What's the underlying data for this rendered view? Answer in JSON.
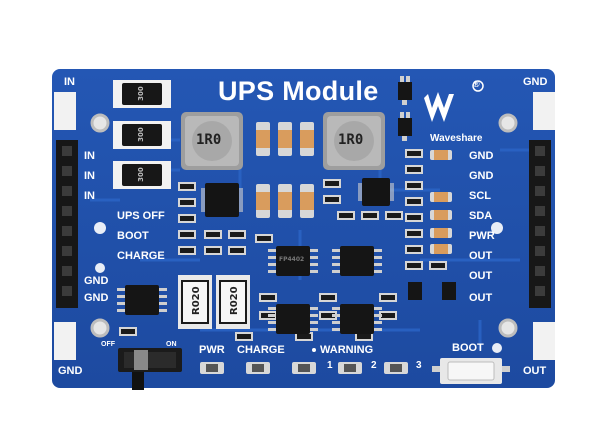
{
  "board": {
    "title": "UPS Module",
    "brand_name": "Waveshare",
    "brand_mark": "registered-trademark",
    "colors": {
      "pcb": "#1f4fa8",
      "silk": "#ffffff",
      "header": "#1a1a1a"
    }
  },
  "labels": {
    "in_top": "IN",
    "gnd_top_right": "GND",
    "left_in_1": "IN",
    "left_in_2": "IN",
    "left_in_3": "IN",
    "ups_off": "UPS OFF",
    "boot_left": "BOOT",
    "charge_left": "CHARGE",
    "left_gnd_1": "GND",
    "left_gnd_2": "GND",
    "gnd_bottom_left": "GND",
    "right_gnd_1": "GND",
    "right_gnd_2": "GND",
    "scl": "SCL",
    "sda": "SDA",
    "pwr_right": "PWR",
    "out_1": "OUT",
    "out_2": "OUT",
    "out_3": "OUT",
    "out_bottom_right": "OUT",
    "off": "OFF",
    "on": "ON",
    "pwr_bottom": "PWR",
    "charge_bottom": "CHARGE",
    "warning": "WARNING",
    "num_1": "1",
    "num_2": "2",
    "num_3": "3",
    "boot_bottom": "BOOT"
  },
  "components": {
    "inductor_1": "1R0",
    "inductor_2": "1R0",
    "sense_resistor_1": "R020",
    "sense_resistor_2": "R020",
    "diode_1": "300",
    "diode_2": "300",
    "diode_3": "300",
    "ic_marking": "FP4402"
  }
}
